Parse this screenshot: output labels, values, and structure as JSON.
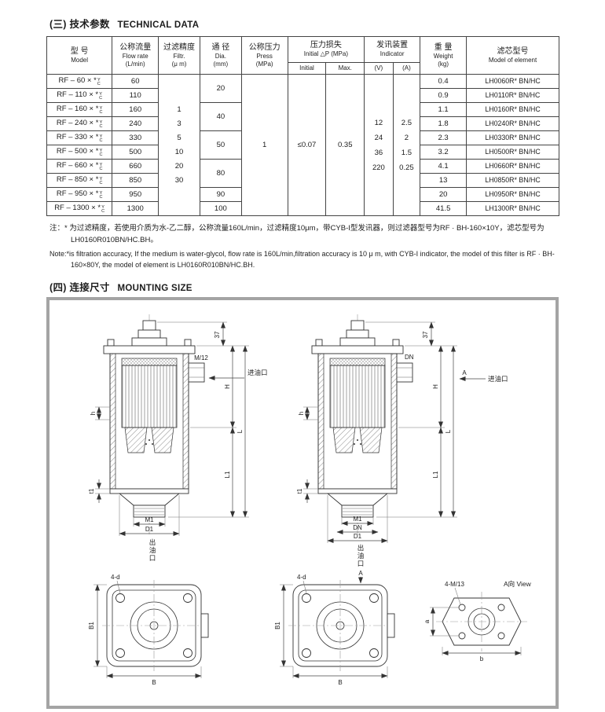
{
  "titles": {
    "tech_cn": "(三) 技术参数",
    "tech_en": "TECHNICAL DATA",
    "mount_cn": "(四) 连接尺寸",
    "mount_en": "MOUNTING SIZE"
  },
  "table": {
    "headers": {
      "model_cn": "型  号",
      "model_en": "Model",
      "flow_cn": "公称流量",
      "flow_en": "Flow rate",
      "flow_unit": "(L/min)",
      "filtr_cn": "过滤精度",
      "filtr_en": "Filtr.",
      "filtr_unit": "(μ m)",
      "dia_cn": "通  径",
      "dia_en": "Dia.",
      "dia_unit": "(mm)",
      "press_cn": "公称压力",
      "press_en": "Press",
      "press_unit": "(MPa)",
      "loss_cn": "压力损失",
      "loss_en": "Initial △P (MPa)",
      "loss_sub1": "Initial",
      "loss_sub2": "Max.",
      "ind_cn": "发讯装置",
      "ind_en": "Indicator",
      "ind_sub1": "(V)",
      "ind_sub2": "(A)",
      "weight_cn": "重  量",
      "weight_en": "Weight",
      "weight_unit": "(kg)",
      "elem_cn": "滤芯型号",
      "elem_en": "Model of element"
    },
    "model_suffix": {
      "top": "Y",
      "bottom": "C"
    },
    "rows": [
      {
        "model": "RF – 60 × *",
        "flow": "60",
        "weight": "0.4",
        "element": "LH0060R* BN/HC"
      },
      {
        "model": "RF – 110 × *",
        "flow": "110",
        "weight": "0.9",
        "element": "LH0110R* BN/HC"
      },
      {
        "model": "RF – 160 × *",
        "flow": "160",
        "weight": "1.1",
        "element": "LH0160R* BN/HC"
      },
      {
        "model": "RF – 240 × *",
        "flow": "240",
        "weight": "1.8",
        "element": "LH0240R* BN/HC"
      },
      {
        "model": "RF – 330 × *",
        "flow": "330",
        "weight": "2.3",
        "element": "LH0330R* BN/HC"
      },
      {
        "model": "RF – 500 × *",
        "flow": "500",
        "weight": "3.2",
        "element": "LH0500R* BN/HC"
      },
      {
        "model": "RF – 660 × *",
        "flow": "660",
        "weight": "4.1",
        "element": "LH0660R* BN/HC"
      },
      {
        "model": "RF – 850 × *",
        "flow": "850",
        "weight": "13",
        "element": "LH0850R* BN/HC"
      },
      {
        "model": "RF – 950 × *",
        "flow": "950",
        "weight": "20",
        "element": "LH0950R* BN/HC"
      },
      {
        "model": "RF – 1300 × *",
        "flow": "1300",
        "weight": "41.5",
        "element": "LH1300R* BN/HC"
      }
    ],
    "filtr_values": [
      "1",
      "3",
      "5",
      "10",
      "20",
      "30"
    ],
    "dia_merges": [
      {
        "row": 0,
        "span": 2,
        "v": "20"
      },
      {
        "row": 2,
        "span": 2,
        "v": "40"
      },
      {
        "row": 4,
        "span": 2,
        "v": "50"
      },
      {
        "row": 6,
        "span": 2,
        "v": "80"
      },
      {
        "row": 8,
        "span": 1,
        "v": "90"
      },
      {
        "row": 9,
        "span": 1,
        "v": "100"
      }
    ],
    "press_value": "1",
    "loss_initial": "≤0.07",
    "loss_max": "0.35",
    "volt_values": [
      "12",
      "24",
      "36",
      "220"
    ],
    "amp_values": [
      "2.5",
      "2",
      "1.5",
      "0.25"
    ]
  },
  "notes": {
    "cn": "注：* 为过滤精度，若使用介质为水-乙二醇，公称流量160L/min，过滤精度10μm，带CYB-I型发讯器，则过滤器型号为RF · BH-160×10Y，滤芯型号为LH0160R010BN/HC.BH。",
    "en": "Note:*is filtration accuracy, If the medium is water-glycol, flow rate is 160L/min,filtration accuracy is 10 μ m, with CYB-I indicator, the model of this filter is RF · BH-160×80Y, the model of element is LH0160R010BN/HC.BH."
  },
  "drawings": {
    "left": {
      "dim_top": "37",
      "thread": "M/12",
      "inlet": "进油口",
      "H": "H",
      "L": "L",
      "L1": "L1",
      "h": "h",
      "t1": "t1",
      "M1": "M1",
      "D1": "D1",
      "outlet_chars": [
        "出",
        "油",
        "口"
      ]
    },
    "right": {
      "dim_top": "37",
      "dn_top": "DN",
      "view_mark": "A",
      "inlet": "进油口",
      "H": "H",
      "L": "L",
      "L1": "L1",
      "h": "h",
      "t1": "t1",
      "M1": "M1",
      "dn_bottom": "DN",
      "D1": "D1",
      "outlet_chars": [
        "出",
        "油",
        "口"
      ],
      "view_mark_bottom": "A"
    },
    "flange_left": {
      "holes": "4-d",
      "B1": "B1",
      "B": "B"
    },
    "flange_mid": {
      "holes": "4-d",
      "B1": "B1",
      "B": "B"
    },
    "flange_view": {
      "holes": "4-M/13",
      "title": "A向 View",
      "a": "a",
      "b": "b"
    }
  }
}
